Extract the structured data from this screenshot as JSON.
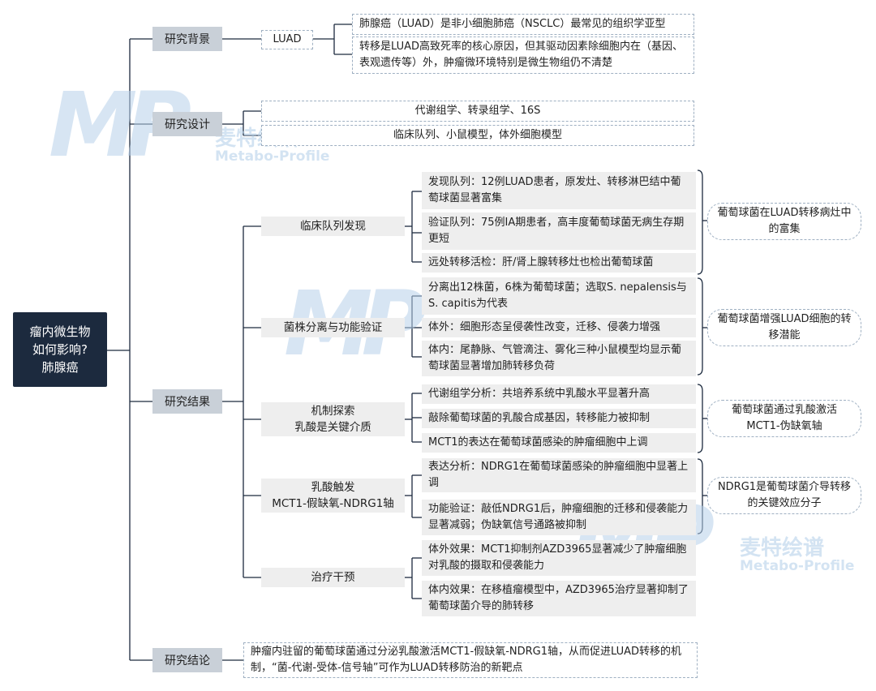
{
  "root": {
    "label": "瘤内微生物\n如何影响?\n肺腺癌"
  },
  "background": {
    "label": "研究背景",
    "topic": "LUAD",
    "items": [
      "肺腺癌（LUAD）是非小细胞肺癌（NSCLC）最常见的组织学亚型",
      "转移是LUAD高致死率的核心原因，但其驱动因素除细胞内在（基因、表观遗传等）外，肿瘤微环境特别是微生物组仍不清楚"
    ]
  },
  "design": {
    "label": "研究设计",
    "items": [
      "代谢组学、转录组学、16S",
      "临床队列、小鼠模型，体外细胞模型"
    ]
  },
  "results": {
    "label": "研究结果",
    "groups": [
      {
        "label": "临床队列发现",
        "items": [
          "发现队列：12例LUAD患者，原发灶、转移淋巴结中葡萄球菌显著富集",
          "验证队列：75例IA期患者，高丰度葡萄球菌无病生存期更短",
          "远处转移活检：肝/肾上腺转移灶也检出葡萄球菌"
        ],
        "conclusion": "葡萄球菌在LUAD转移病灶中的富集"
      },
      {
        "label": "菌株分离与功能验证",
        "items": [
          "分离出12株菌，6株为葡萄球菌；选取S. nepalensis与S. capitis为代表",
          "体外：细胞形态呈侵袭性改变，迁移、侵袭力增强",
          "体内：尾静脉、气管滴注、雾化三种小鼠模型均显示葡萄球菌显著增加肺转移负荷"
        ],
        "conclusion": "葡萄球菌增强LUAD细胞的转移潜能"
      },
      {
        "label": "机制探索\n乳酸是关键介质",
        "items": [
          "代谢组学分析：共培养系统中乳酸水平显著升高",
          "敲除葡萄球菌的乳酸合成基因，转移能力被抑制",
          "MCT1的表达在葡萄球菌感染的肿瘤细胞中上调"
        ],
        "conclusion": "葡萄球菌通过乳酸激活MCT1-伪缺氧轴"
      },
      {
        "label": "乳酸触发\nMCT1-假缺氧-NDRG1轴",
        "items": [
          "表达分析：NDRG1在葡萄球菌感染的肿瘤细胞中显著上调",
          "功能验证：敲低NDRG1后，肿瘤细胞的迁移和侵袭能力显著减弱；伪缺氧信号通路被抑制"
        ],
        "conclusion": "NDRG1是葡萄球菌介导转移的关键效应分子"
      },
      {
        "label": "治疗干预",
        "items": [
          "体外效果：MCT1抑制剂AZD3965显著减少了肿瘤细胞对乳酸的摄取和侵袭能力",
          "体内效果：在移植瘤模型中，AZD3965治疗显著抑制了葡萄球菌介导的肺转移"
        ]
      }
    ]
  },
  "conclusion": {
    "label": "研究结论",
    "text": "肿瘤内驻留的葡萄球菌通过分泌乳酸激活MCT1-假缺氧-NDRG1轴，从而促进LUAD转移的机制，“菌-代谢-受体-信号轴”可作为LUAD转移防治的新靶点"
  },
  "watermark": {
    "mark": "MP",
    "brand_cn": "麦特绘谱",
    "brand_en": "Metabo-Profile"
  },
  "colors": {
    "root_bg": "#1c2a3e",
    "level1_bg": "#c9d0d8",
    "leaf_bg": "#eeeeee",
    "line": "#1c2a3e",
    "dash": "#9fb0c2",
    "watermark": "#b7d1ea"
  }
}
